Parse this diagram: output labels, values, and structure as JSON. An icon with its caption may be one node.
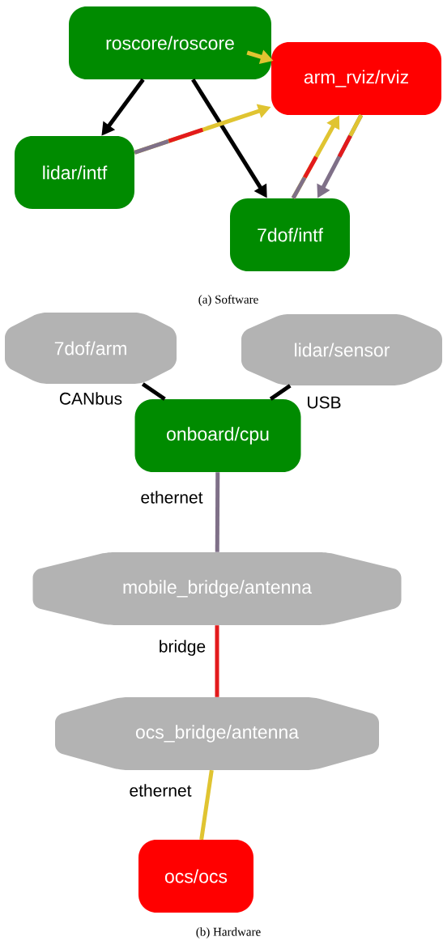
{
  "diagram": {
    "nodes": [
      {
        "text": [
          "roscore/roscore"
        ]
      },
      {
        "text": [
          "arm_rviz/rviz"
        ]
      },
      {
        "text": [
          "lidar/intf"
        ]
      },
      {
        "text": [
          "7dof/intf"
        ]
      },
      {
        "text": [
          "7dof/arm"
        ]
      },
      {
        "text": [
          "lidar/sensor"
        ]
      },
      {
        "text": [
          "onboard/cpu"
        ]
      },
      {
        "text": [
          "mobile_bridge/antenna"
        ]
      },
      {
        "text": [
          "ocs_bridge/antenna"
        ]
      },
      {
        "text": [
          "ocs/ocs"
        ]
      }
    ],
    "edges": [
      {
        "from": 0,
        "to": 2,
        "arrow": "to"
      },
      {
        "from": 0,
        "to": 3,
        "arrow": "to"
      },
      {
        "from": 0,
        "to": 1,
        "arrow": "to",
        "color": "#e0c431"
      },
      {
        "from": 2,
        "to": 1,
        "arrow": "to",
        "color": "#e0c431"
      },
      {
        "from": 3,
        "to": 1,
        "arrow": "to",
        "color": "#e0c431"
      },
      {
        "from": 1,
        "to": 3,
        "arrow": "to",
        "color": "#7f7088"
      },
      {
        "from": 4,
        "to": 6,
        "arrow": "none",
        "label": "CANbus"
      },
      {
        "from": 5,
        "to": 6,
        "arrow": "none",
        "label": "USB"
      },
      {
        "from": 6,
        "to": 7,
        "arrow": "none",
        "label": "ethernet",
        "color": "#7f7088"
      },
      {
        "from": 7,
        "to": 8,
        "arrow": "none",
        "label": "bridge",
        "color": "#e31a1c"
      },
      {
        "from": 8,
        "to": 9,
        "arrow": "none",
        "label": "ethernet",
        "color": "#e0c431"
      }
    ],
    "labels": [
      "(a) Software",
      "(b) Hardware"
    ]
  }
}
